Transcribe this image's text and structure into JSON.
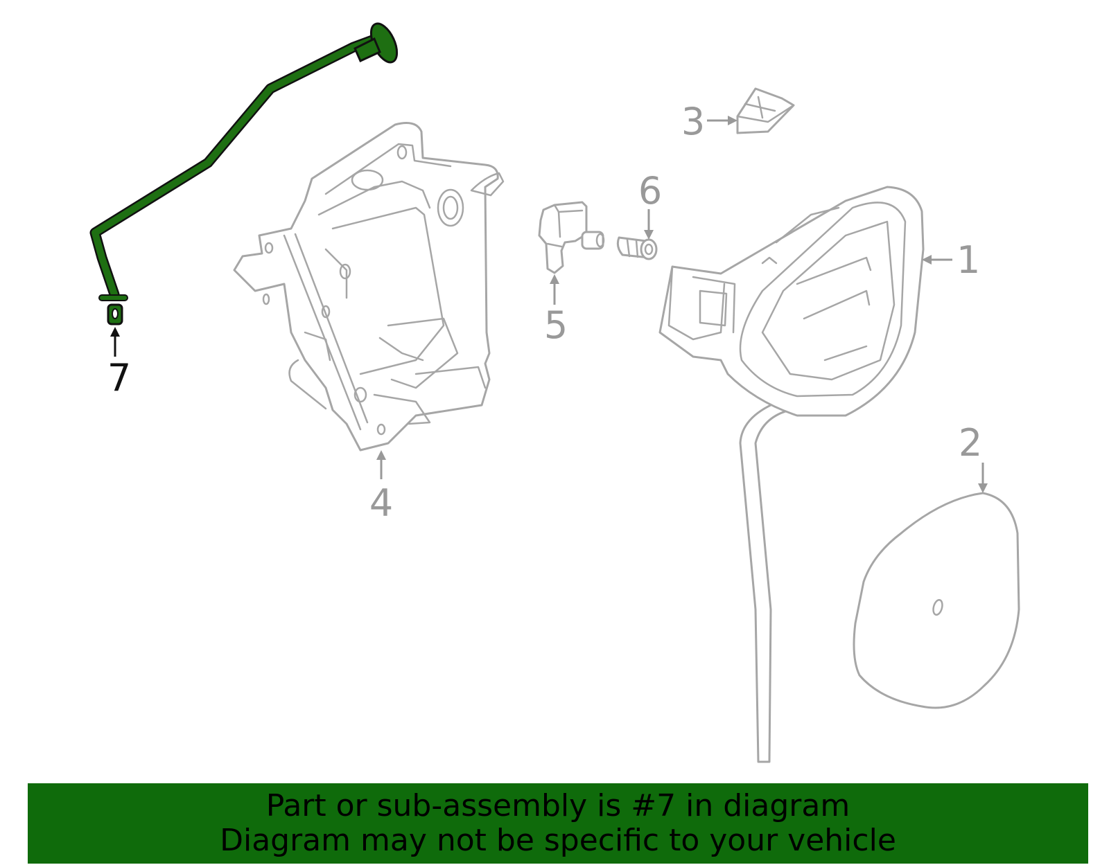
{
  "callouts": [
    {
      "id": "1",
      "label": "1",
      "highlighted": false
    },
    {
      "id": "2",
      "label": "2",
      "highlighted": false
    },
    {
      "id": "3",
      "label": "3",
      "highlighted": false
    },
    {
      "id": "4",
      "label": "4",
      "highlighted": false
    },
    {
      "id": "5",
      "label": "5",
      "highlighted": false
    },
    {
      "id": "6",
      "label": "6",
      "highlighted": false
    },
    {
      "id": "7",
      "label": "7",
      "highlighted": true
    }
  ],
  "banner": {
    "line1": "Part or sub-assembly is #7 in diagram",
    "line2": "Diagram may not be specific to your vehicle"
  },
  "colors": {
    "highlight": "#1e6f12",
    "banner": "#0f6b0b",
    "line_art": "#a6a6a6",
    "callout_text": "#999999"
  }
}
